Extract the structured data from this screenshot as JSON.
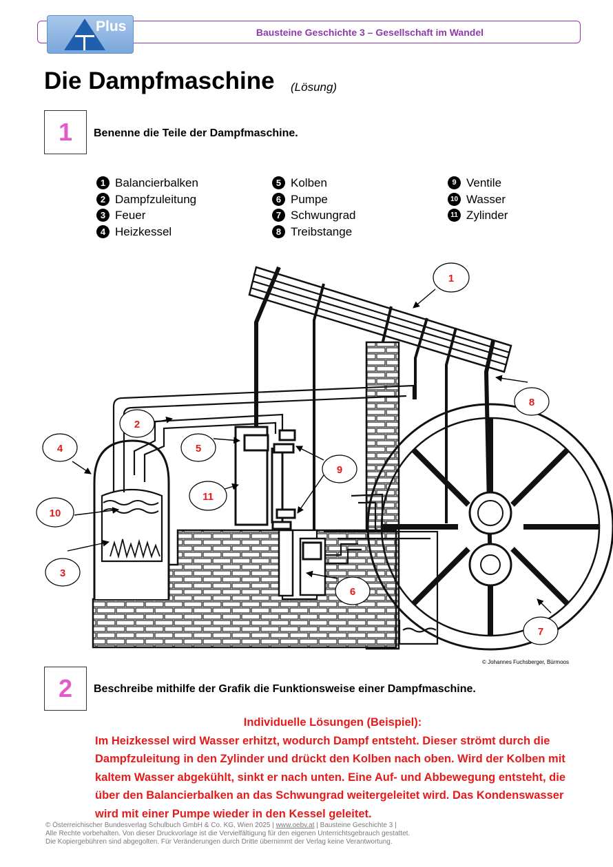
{
  "header": {
    "series_title": "Bausteine Geschichte 3 – Gesellschaft im Wandel",
    "logo_text": "Plus"
  },
  "title": {
    "main": "Die Dampfmaschine",
    "sub": "(Lösung)"
  },
  "task1": {
    "number": "1",
    "instruction": "Benenne die Teile der Dampfmaschine."
  },
  "terms": [
    {
      "num": "1",
      "label": "Balancierbalken"
    },
    {
      "num": "2",
      "label": "Dampfzuleitung"
    },
    {
      "num": "3",
      "label": "Feuer"
    },
    {
      "num": "4",
      "label": "Heizkessel"
    },
    {
      "num": "5",
      "label": "Kolben"
    },
    {
      "num": "6",
      "label": "Pumpe"
    },
    {
      "num": "7",
      "label": "Schwungrad"
    },
    {
      "num": "8",
      "label": "Treibstange"
    },
    {
      "num": "9",
      "label": "Ventile"
    },
    {
      "num": "10",
      "label": "Wasser"
    },
    {
      "num": "11",
      "label": "Zylinder"
    }
  ],
  "diagram": {
    "labels": [
      "1",
      "2",
      "3",
      "4",
      "5",
      "6",
      "7",
      "8",
      "9",
      "10",
      "11"
    ],
    "credit": "© Johannes Fuchsberger, Bürmoos"
  },
  "task2": {
    "number": "2",
    "instruction": "Beschreibe mithilfe der Grafik die Funktionsweise einer Dampfmaschine."
  },
  "solution": {
    "heading": "Individuelle Lösungen (Beispiel):",
    "text": "Im Heizkessel wird Wasser erhitzt, wodurch Dampf entsteht. Dieser strömt durch die Dampfzuleitung in den Zylinder und drückt den Kolben nach oben. Wird der Kolben mit kaltem Wasser abgekühlt, sinkt er nach unten. Eine Auf- und Abbewegung entsteht, die über den Balancierbalken an das Schwungrad weitergeleitet wird. Das Kondenswasser wird mit einer Pumpe wieder in den Kessel geleitet."
  },
  "footer": {
    "line1_a": "© Österreichischer Bundesverlag Schulbuch GmbH & Co. KG, Wien 2025 | ",
    "link": "www.oebv.at",
    "line1_b": " | Bausteine Geschichte 3 |",
    "line2": "Alle Rechte vorbehalten. Von dieser Druckvorlage ist die Vervielfältigung für den eigenen Unterrichtsgebrauch gestattet.",
    "line3": "Die Kopiergebühren sind abgegolten. Für Veränderungen durch Dritte übernimmt der Verlag keine Verantwortung."
  },
  "colors": {
    "accent_purple": "#8e3aa8",
    "task_number_pink": "#e35bc8",
    "solution_red": "#e31b1b"
  }
}
